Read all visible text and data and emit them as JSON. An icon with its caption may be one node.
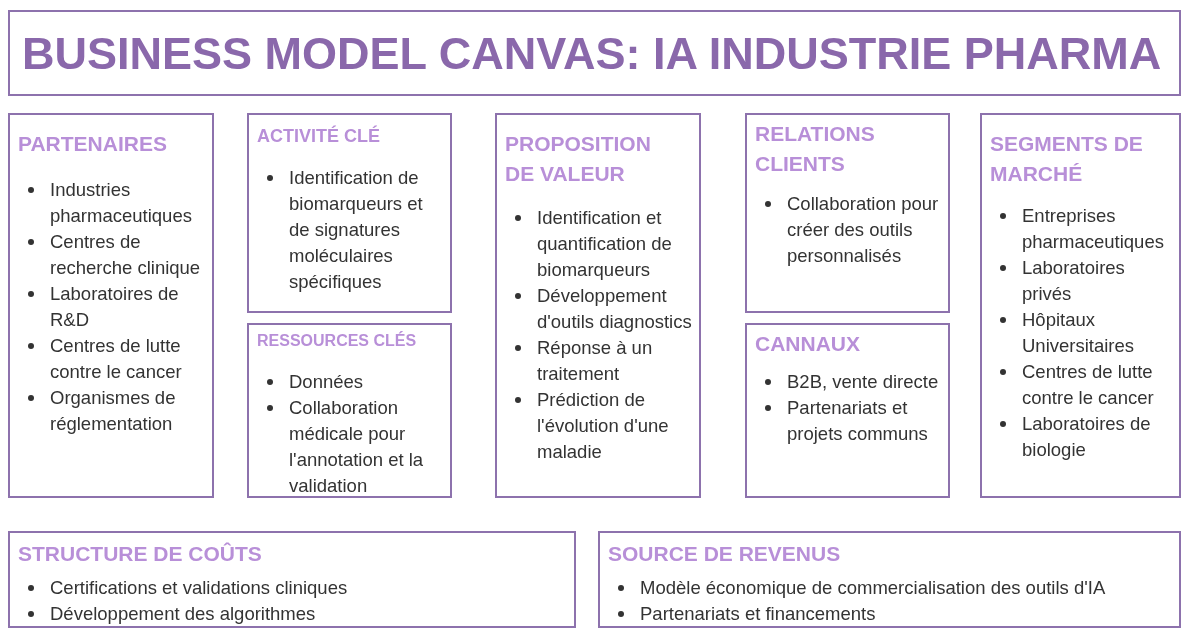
{
  "diagram": {
    "title": "BUSINESS MODEL CANVAS: IA INDUSTRIE PHARMA",
    "nodes": [
      {
        "text": [
          "PARTENAIRES",
          "Industries pharmaceutiques",
          "Centres de recherche clinique",
          "Laboratoires de R&D",
          "Centres de lutte contre le cancer",
          "Organismes de réglementation"
        ]
      },
      {
        "text": [
          "ACTIVITÉ CLÉ",
          "Identification de biomarqueurs et de signatures moléculaires spécifiques"
        ]
      },
      {
        "text": [
          "RESSOURCES CLÉS",
          "Données",
          "Collaboration médicale pour l'annotation et la validation"
        ]
      },
      {
        "text": [
          "PROPOSITION DE VALEUR",
          "Identification et quantification de biomarqueurs",
          "Développement d'outils diagnostics",
          "Réponse à un traitement",
          "Prédiction de l'évolution d'une maladie"
        ]
      },
      {
        "text": [
          "RELATIONS CLIENTS",
          "Collaboration pour créer des outils personnalisés"
        ]
      },
      {
        "text": [
          "CANNAUX",
          "B2B, vente directe",
          "Partenariats et projets communs"
        ]
      },
      {
        "text": [
          "SEGMENTS DE MARCHÉ",
          "Entreprises pharmaceutiques",
          "Laboratoires privés",
          "Hôpitaux Universitaires",
          "Centres de lutte contre le cancer",
          "Laboratoires de biologie"
        ]
      },
      {
        "text": [
          "STRUCTURE DE COÛTS",
          "Certifications et validations cliniques",
          "Développement des algorithmes"
        ]
      },
      {
        "text": [
          "SOURCE DE REVENUS",
          "Modèle économique de commercialisation des outils d'IA",
          "Partenariats et financements"
        ]
      }
    ]
  }
}
